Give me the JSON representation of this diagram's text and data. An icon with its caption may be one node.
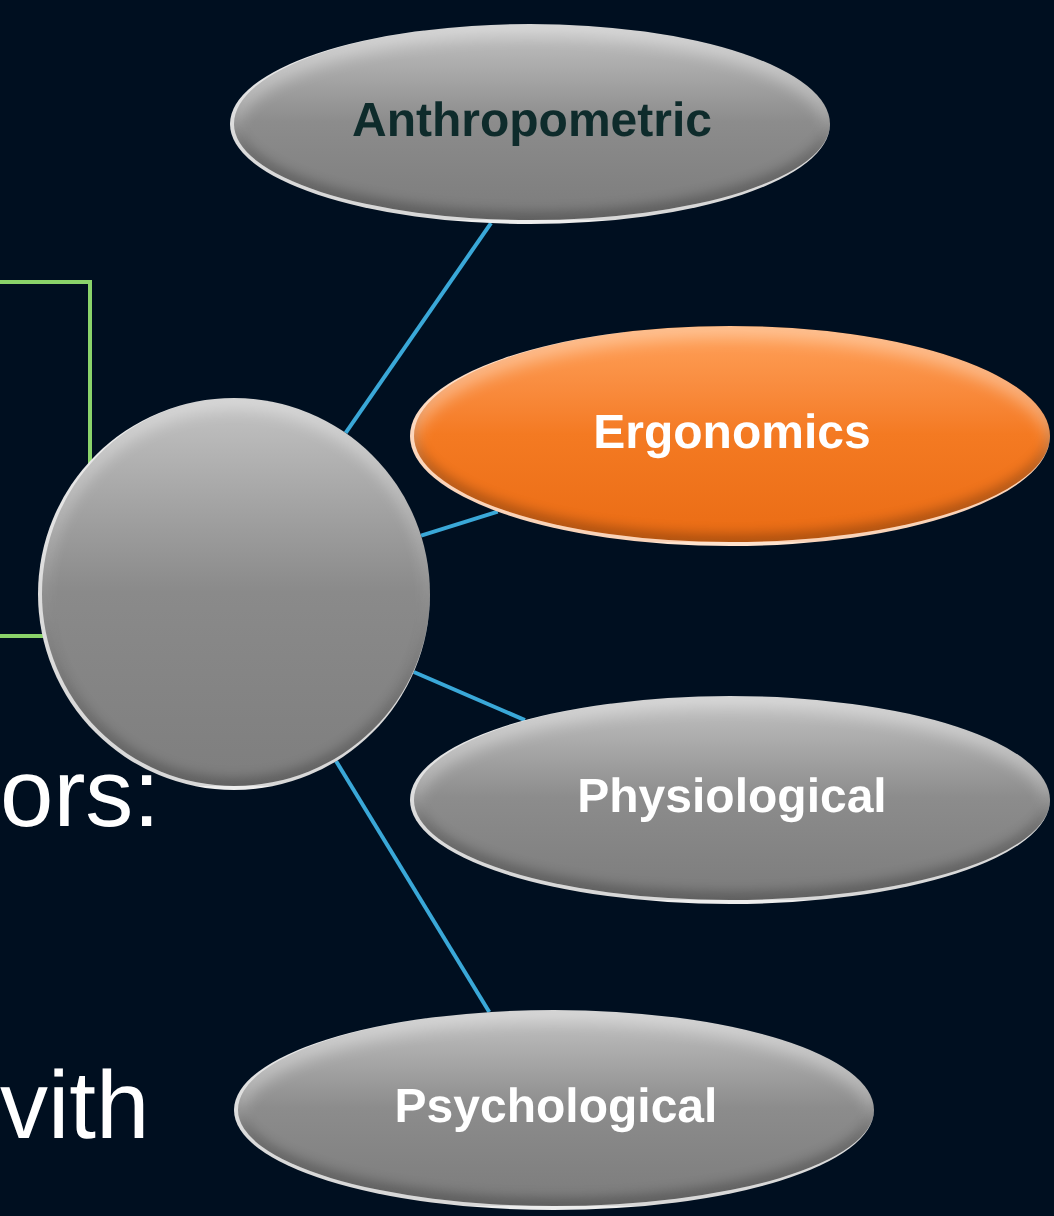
{
  "diagram": {
    "nodes": [
      {
        "text": [
          "Anthropometric"
        ]
      },
      {
        "text": [
          "Ergonomics"
        ]
      },
      {
        "text": [],
        "shape": "circle"
      },
      {
        "text": [
          "Physiological"
        ]
      },
      {
        "text": [
          "Psychological"
        ]
      }
    ],
    "edges": [
      {
        "from": 2,
        "to": 0,
        "arrow": "none"
      },
      {
        "from": 2,
        "to": 1,
        "arrow": "none"
      },
      {
        "from": 2,
        "to": 3,
        "arrow": "none"
      },
      {
        "from": 2,
        "to": 4,
        "arrow": "none"
      }
    ],
    "labels": [
      "ors:",
      "vith"
    ]
  }
}
